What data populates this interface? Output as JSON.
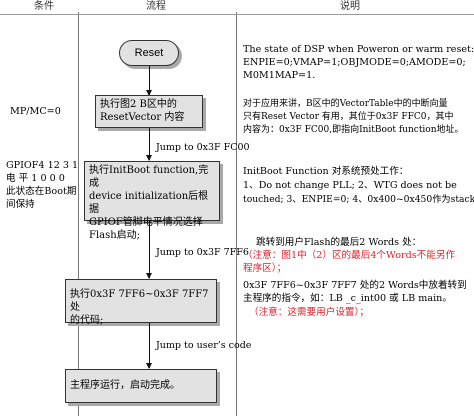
{
  "headers": {
    "condition": "条件",
    "flow": "流程",
    "notes": "说明"
  },
  "conditions": {
    "mpmc": "MP/MC=0",
    "gpio_lines": [
      "GPIOF4 12 3 1",
      "电 平 1 0 0 0",
      "此状态在Boot期",
      "间保持"
    ]
  },
  "nodes": {
    "reset": "Reset",
    "step1": [
      "执行图2 B区中的",
      "ResetVector 内容"
    ],
    "step2": [
      "执行InitBoot function,完成",
      "device initialization后根据",
      "GPIOF管脚电平情况选择",
      "Flash启动;"
    ],
    "step3": [
      "执行0x3F 7FF6~0x3F 7FF7处",
      "的代码;"
    ],
    "step4": "主程序运行，启动完成。"
  },
  "edges": {
    "e2": "Jump to 0x3F FC00",
    "e3": "Jump to 0x3F 7FF6",
    "e4": "Jump to user’s code"
  },
  "notes": {
    "reset_state": [
      "The state of DSP when Poweron or warm reset:",
      "ENPIE=0;VMAP=1;OBJMODE=0;AMODE=0;",
      "M0M1MAP=1."
    ],
    "vector_table": [
      "对于应用来讲，B区中的VectorTable中的中断向量",
      "只有Reset Vector 有用，其位于0x3F FFC0，其中",
      "内容为：0x3F FC00,即指向InitBoot function地址。"
    ],
    "initboot": [
      "InitBoot Function 对系统预处工作：",
      "1、Do not change PLL; 2、WTG does not be",
      "touched; 3、ENPIE=0; 4、0x400~0x450作为stack;"
    ],
    "flash_a": "跳转到用户Flash的最后2 Words 处：",
    "flash_red": [
      "（注意：图1中（2）区的最后4个Words不能另作",
      "程序区）；"
    ],
    "flash_b": [
      "0x3F 7FF6~0x3F 7FF7 处的2 Words中放着转到",
      "主程序的指令，如：LB _c_int00 或 LB main。"
    ],
    "flash_red2": "（注意：这需要用户设置）；"
  }
}
